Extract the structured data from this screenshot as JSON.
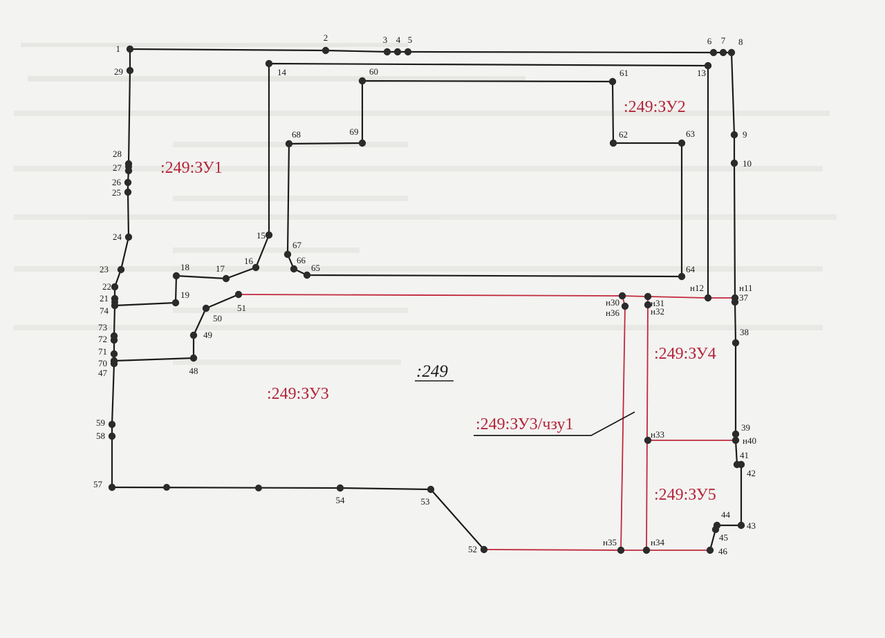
{
  "colors": {
    "boundary": "#1c1c1c",
    "parcel_lines": "#c0283b",
    "parcel_text": "#b3263a",
    "background": "#f3f3f1"
  },
  "main_parcel": ":249",
  "parcels": {
    "zu1": ":249:ЗУ1",
    "zu2": ":249:ЗУ2",
    "zu3": ":249:ЗУ3",
    "zu3_chzu1": ":249:ЗУ3/чзу1",
    "zu4": ":249:ЗУ4",
    "zu5": ":249:ЗУ5"
  },
  "points": {
    "p1": "1",
    "p2": "2",
    "p3": "3",
    "p4": "4",
    "p5": "5",
    "p6": "6",
    "p7": "7",
    "p8": "8",
    "p9": "9",
    "p10": "10",
    "p13": "13",
    "p14": "14",
    "p15": "15",
    "p16": "16",
    "p17": "17",
    "p18": "18",
    "p19": "19",
    "p21": "21",
    "p22": "22",
    "p23": "23",
    "p24": "24",
    "p25": "25",
    "p26": "26",
    "p27": "27",
    "p28": "28",
    "p29": "29",
    "p37": "37",
    "p38": "38",
    "p39": "39",
    "p41": "41",
    "p42": "42",
    "p43": "43",
    "p44": "44",
    "p45": "45",
    "p46": "46",
    "p47": "47",
    "p48": "48",
    "p49": "49",
    "p50": "50",
    "p51": "51",
    "p52": "52",
    "p53": "53",
    "p54": "54",
    "p57": "57",
    "p58": "58",
    "p59": "59",
    "p60": "60",
    "p61": "61",
    "p62": "62",
    "p63": "63",
    "p64": "64",
    "p65": "65",
    "p66": "66",
    "p67": "67",
    "p68": "68",
    "p69": "69",
    "p70": "70",
    "p71": "71",
    "p72": "72",
    "p73": "73",
    "p74": "74",
    "n11": "н11",
    "n12": "н12",
    "n30": "н30",
    "n31": "н31",
    "n32": "н32",
    "n33": "н33",
    "n34": "н34",
    "n35": "н35",
    "n36": "н36",
    "n40": "н40"
  }
}
